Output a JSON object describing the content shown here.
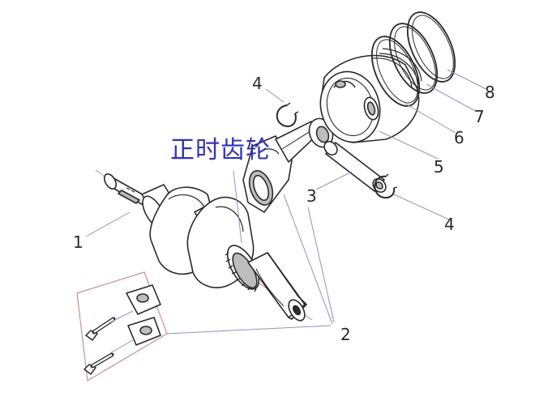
{
  "annotation": {
    "text": "正时齿轮",
    "color": "#2f2fd0"
  },
  "callouts": [
    {
      "id": "c1",
      "text": "1"
    },
    {
      "id": "c2",
      "text": "2"
    },
    {
      "id": "c3",
      "text": "3"
    },
    {
      "id": "c4a",
      "text": "4"
    },
    {
      "id": "c4b",
      "text": "4"
    },
    {
      "id": "c5",
      "text": "5"
    },
    {
      "id": "c6",
      "text": "6"
    },
    {
      "id": "c7",
      "text": "7"
    },
    {
      "id": "c8",
      "text": "8"
    }
  ],
  "colors": {
    "outline": "#2a2a2a",
    "fill": "#ffffff",
    "shade": "#bdbdbd",
    "leader": "#8f8fe6",
    "frame": "#e08a8a",
    "axis": "#e86a6a"
  }
}
